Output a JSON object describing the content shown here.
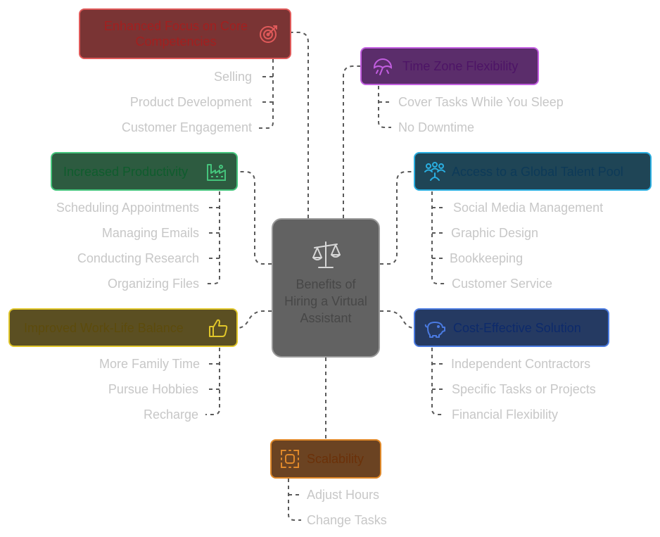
{
  "center": {
    "title": "Benefits of Hiring a Virtual Assistant",
    "icon": "balance-scale-icon"
  },
  "branches": {
    "focus": {
      "title": "Enhanced Focus on Core Competencies",
      "icon": "target-icon",
      "items": [
        "Selling",
        "Product Development",
        "Customer Engagement"
      ],
      "colors": {
        "fill": "#7a3434",
        "border": "#e05a5a",
        "text": "#a31f1f"
      }
    },
    "timezone": {
      "title": "Time Zone Flexibility",
      "icon": "umbrella-icon",
      "items": [
        "Cover Tasks While You Sleep",
        "No Downtime"
      ],
      "colors": {
        "fill": "#5b2d6b",
        "border": "#c25ee0",
        "text": "#4d1466"
      }
    },
    "productivity": {
      "title": "Increased Productivity",
      "icon": "factory-icon",
      "items": [
        "Scheduling Appointments",
        "Managing Emails",
        "Conducting Research",
        "Organizing Files"
      ],
      "colors": {
        "fill": "#2d5b40",
        "border": "#45c47c",
        "text": "#0f5c2d"
      }
    },
    "talent": {
      "title": "Access to a Global Talent Pool",
      "icon": "network-people-icon",
      "items": [
        "Social Media Management",
        "Graphic Design",
        "Bookkeeping",
        "Customer Service"
      ],
      "colors": {
        "fill": "#1f4556",
        "border": "#2aaee0",
        "text": "#0d3a58"
      }
    },
    "worklife": {
      "title": "Improved Work-Life Balance",
      "icon": "thumbs-up-icon",
      "items": [
        "More Family Time",
        "Pursue Hobbies",
        "Recharge"
      ],
      "colors": {
        "fill": "#5b4f22",
        "border": "#e0c62a",
        "text": "#5c4b0c"
      }
    },
    "cost": {
      "title": "Cost-Effective Solution",
      "icon": "piggy-bank-icon",
      "items": [
        "Independent Contractors",
        "Specific Tasks or Projects",
        "Financial Flexibility"
      ],
      "colors": {
        "fill": "#253a62",
        "border": "#4a7ae0",
        "text": "#0d2a6b"
      }
    },
    "scalability": {
      "title": "Scalability",
      "icon": "scale-frame-icon",
      "items": [
        "Adjust Hours",
        "Change Tasks"
      ],
      "colors": {
        "fill": "#6b4322",
        "border": "#e0892a",
        "text": "#6b3109"
      }
    }
  }
}
